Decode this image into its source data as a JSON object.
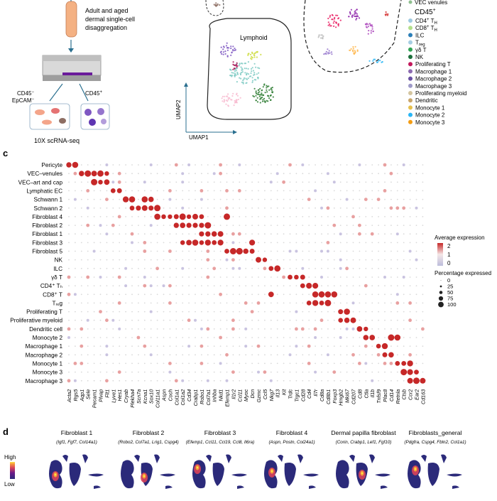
{
  "workflow": {
    "step_text": [
      "Adult and aged",
      "dermal single-cell",
      "disaggregation"
    ],
    "left_sort": "CD45",
    "left_sort_sup": "−",
    "left_sort2": "EpCAM",
    "left_sort2_sup": "−",
    "right_sort": "CD45",
    "right_sort_sup": "+",
    "platform": "10X scRNA-seq"
  },
  "umap": {
    "lymphoid_label": "Lymphoid",
    "axis_y": "UMAP2",
    "axis_x": "UMAP1",
    "legend_top": "VEC venules",
    "legend_header": "CD45",
    "legend_header_sup": "+",
    "legend": [
      {
        "label": "CD4",
        "sup": "+",
        "extra": " T",
        "sub": "H",
        "color": "#9ecae1"
      },
      {
        "label": "CD8",
        "sup": "+",
        "extra": " T",
        "sub": "H",
        "color": "#b2df8a"
      },
      {
        "label": "ILC",
        "sup": "",
        "extra": "",
        "sub": "",
        "color": "#2c7fb8"
      },
      {
        "label": "T",
        "sup": "",
        "extra": "",
        "sub": "reg",
        "color": "#a6cee3"
      },
      {
        "label": "γδ T",
        "sup": "",
        "extra": "",
        "sub": "",
        "color": "#31a354"
      },
      {
        "label": "NK",
        "sup": "",
        "extra": "",
        "sub": "",
        "color": "#1b6e3a"
      },
      {
        "label": "Proliferating T",
        "sup": "",
        "extra": "",
        "sub": "",
        "color": "#c2185b"
      },
      {
        "label": "Macrophage 1",
        "sup": "",
        "extra": "",
        "sub": "",
        "color": "#8c6bb1"
      },
      {
        "label": "Macrophage 2",
        "sup": "",
        "extra": "",
        "sub": "",
        "color": "#6a51a3"
      },
      {
        "label": "Macrophage 3",
        "sup": "",
        "extra": "",
        "sub": "",
        "color": "#9e9ac8"
      },
      {
        "label": "Proliferating myeloid",
        "sup": "",
        "extra": "",
        "sub": "",
        "color": "#d4c5a0"
      },
      {
        "label": "Dendritic",
        "sup": "",
        "extra": "",
        "sub": "",
        "color": "#c9a66b"
      },
      {
        "label": "Monocyte 1",
        "sup": "",
        "extra": "",
        "sub": "",
        "color": "#e6c04d"
      },
      {
        "label": "Monocyte 2",
        "sup": "",
        "extra": "",
        "sub": "",
        "color": "#29b6f6"
      },
      {
        "label": "Monocyte 3",
        "sup": "",
        "extra": "",
        "sub": "",
        "color": "#f39c12"
      }
    ]
  },
  "panel_c": {
    "letter": "c",
    "rows": [
      "Pericyte",
      "VEC–venules",
      "VEC–art and cap",
      "Lymphatic EC",
      "Schwann 1",
      "Schwann 2",
      "Fibroblast 4",
      "Fibroblast 2",
      "Fibroblast 1",
      "Fibroblast 3",
      "Fibroblast 5",
      "NK",
      "ILC",
      "γδ T",
      "CD4⁺ Tₕ",
      "CD8⁺ T",
      "Tᵣₑg",
      "Proliferating T",
      "Proliferative myeloid",
      "Dendritic cell",
      "Monocyte 2",
      "Macrophage 1",
      "Macrophage 2",
      "Monocyte 1",
      "Monocyte 3",
      "Macrophage 3"
    ],
    "genes": [
      "Acta2",
      "Rgs5",
      "Aqp1",
      "Sele",
      "Pecam1",
      "Plvap",
      "Flt1",
      "Lyve1",
      "Hes1",
      "Cryab",
      "Plekha4",
      "Scn7a",
      "Kcna1",
      "Sox10",
      "Col11a1",
      "Aspn",
      "Coch",
      "Col1a1",
      "Col1a2",
      "Cd34",
      "Crabp1",
      "Robo1",
      "Col7a1",
      "Inhba",
      "Nkd1",
      "Efemp1",
      "Il1r2",
      "Ccl11",
      "Myoc",
      "Dcn",
      "Gzmc",
      "Ccl5",
      "Nkg7",
      "Il13",
      "Kit",
      "Trdc",
      "Trgc1",
      "Cd28",
      "Cd4",
      "Il7r",
      "Cd8a",
      "Cd8b1",
      "Foxp3",
      "Hmgb2",
      "Mki67",
      "Cd207",
      "Cd8",
      "Ctla",
      "Il1b",
      "Tnfsf9",
      "Plac8",
      "Cd14",
      "Retnla",
      "Ctsb",
      "Ccr2",
      "Ear2",
      "Cd163"
    ],
    "legend_expr_title": "Average expression",
    "legend_expr_ticks": [
      "2",
      "1",
      "0"
    ],
    "legend_pct_title": "Percentage expressed",
    "legend_pct_ticks": [
      "0",
      "25",
      "50",
      "75",
      "100"
    ]
  },
  "panel_d": {
    "letter": "d",
    "scale_high": "High",
    "scale_low": "Low",
    "panels": [
      {
        "title": "Fibroblast 1",
        "genes": "(Igf1, Fgf7, Col14a1)"
      },
      {
        "title": "Fibroblast 2",
        "genes": "(Robo2, Col7a1, Lrig1, Cspg4)"
      },
      {
        "title": "Fibroblast 3",
        "genes": "(Efemp1, Ccl11, Ccl19, Ccl8, Il6ra)"
      },
      {
        "title": "Fibroblast 4",
        "genes": "(Aspn, Postn, Col24a1)"
      },
      {
        "title": "Dermal papilla fibroblast",
        "genes": "(Corin, Crabp1, Lef1, Fgf10)"
      },
      {
        "title": "Fibroblasts_general",
        "genes": "(Pdgfra, Cspg4, Fbln2, Col1a1)"
      }
    ]
  }
}
